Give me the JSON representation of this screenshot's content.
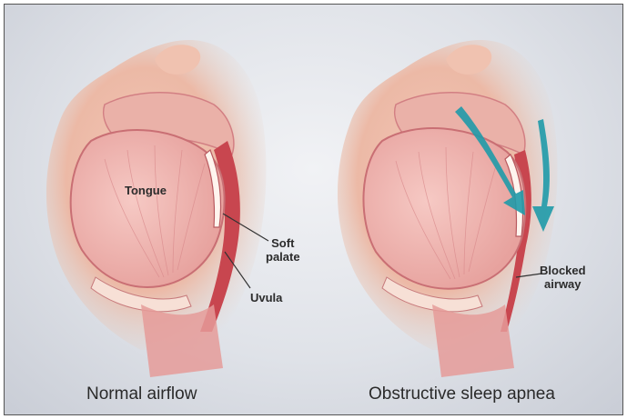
{
  "labels": {
    "tongue": "Tongue",
    "soft_palate_line1": "Soft",
    "soft_palate_line2": "palate",
    "uvula": "Uvula",
    "blocked_line1": "Blocked",
    "blocked_line2": "airway"
  },
  "captions": {
    "left": "Normal airflow",
    "right": "Obstructive sleep apnea"
  },
  "colors": {
    "tissue_pink": "#e9a9a6",
    "tongue_pink": "#f0b9b5",
    "airway_red": "#c8464f",
    "skin_tan": "#efd2b8",
    "arrow_teal": "#1f9aa8",
    "background": "#dfe2e8"
  }
}
